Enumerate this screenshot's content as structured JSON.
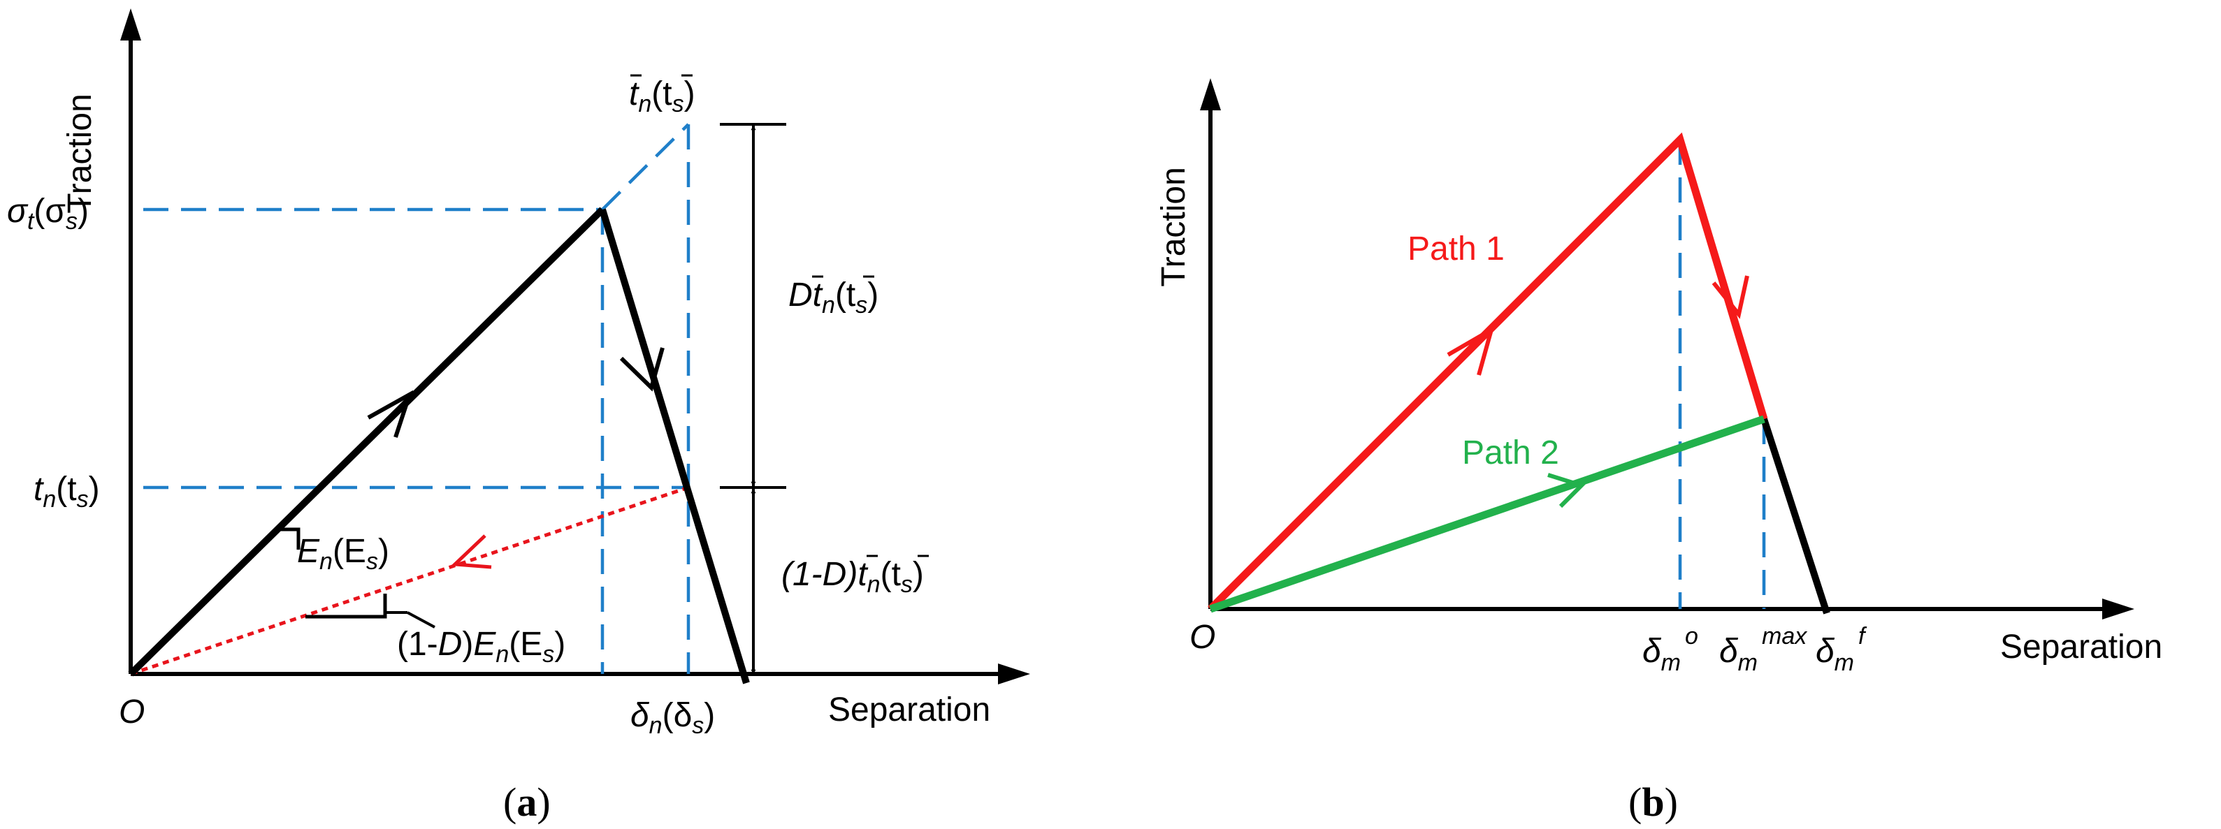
{
  "panel_a": {
    "y_axis_label": "Traction",
    "x_axis_label": "Separation",
    "origin": "O",
    "caption_open": "(",
    "caption_letter": "a",
    "caption_close": ")",
    "peak_label": {
      "main": "σ",
      "sub1": "t",
      "mid": "(σ",
      "sub2": "s",
      "end": ")"
    },
    "current_label": {
      "main": "t",
      "sub1": "n",
      "mid": "(t",
      "sub2": "s",
      "end": ")"
    },
    "effective_label": {
      "main": "t",
      "sub1": "n",
      "mid": "(t",
      "sub2": "s",
      "end": ")"
    },
    "damaged_label": {
      "prefix": "D",
      "main": "t",
      "sub1": "n",
      "mid": "(t",
      "sub2": "s",
      "end": ")"
    },
    "remaining_label": {
      "prefix": "(1-D)",
      "main": "t",
      "sub1": "n",
      "mid": "(t",
      "sub2": "s",
      "end": ")"
    },
    "stiffness_label": {
      "main": "E",
      "sub1": "n",
      "mid": "(E",
      "sub2": "s",
      "end": ")"
    },
    "degraded_label": {
      "prefix": "(1-",
      "d": "D",
      "close": ")",
      "main": "E",
      "sub1": "n",
      "mid": "(E",
      "sub2": "s",
      "end": ")"
    },
    "sep_label": {
      "main": "δ",
      "sub1": "n",
      "mid": "(δ",
      "sub2": "s",
      "end": ")"
    }
  },
  "panel_b": {
    "y_axis_label": "Traction",
    "x_axis_label": "Separation",
    "origin": "O",
    "caption_open": "(",
    "caption_letter": "b",
    "caption_close": ")",
    "path1_label": "Path 1",
    "path2_label": "Path 2",
    "delta_o": {
      "main": "δ",
      "sub": "m",
      "sup": "o"
    },
    "delta_max": {
      "main": "δ",
      "sub": "m",
      "sup": "max"
    },
    "delta_f": {
      "main": "δ",
      "sub": "m",
      "sup": "f"
    }
  },
  "colors": {
    "path1": "#f51a1a",
    "path2": "#22b14c",
    "guide": "#1f7fc9",
    "unloading": "#e8141c"
  }
}
